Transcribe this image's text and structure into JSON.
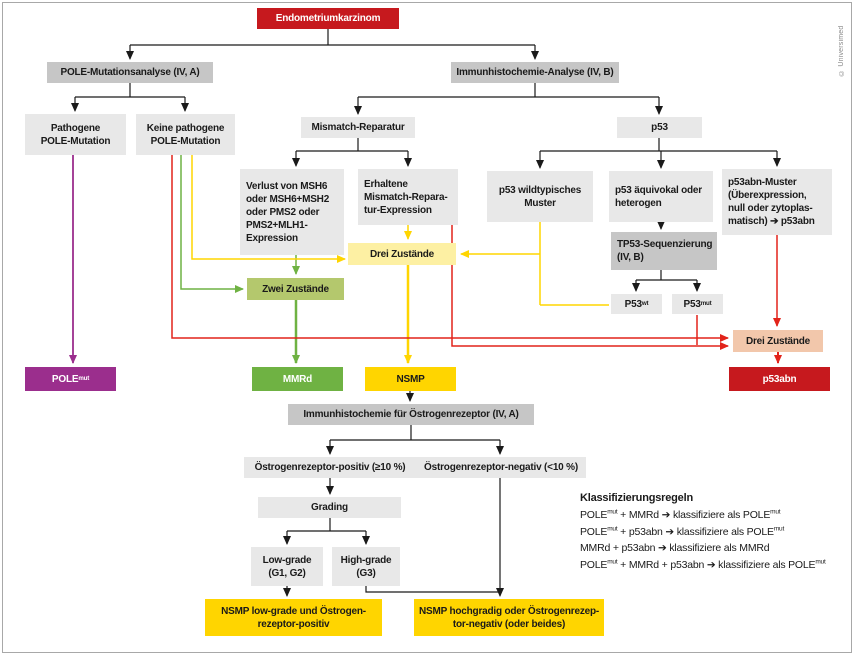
{
  "colors": {
    "red_box": "#c6191e",
    "red_line": "#e2231a",
    "purple": "#9b2e8d",
    "green": "#6fb243",
    "green_light": "#b4c86d",
    "yellow": "#ffd500",
    "yellow_light": "#fdf0a3",
    "salmon": "#f2c7ab",
    "gray_header": "#c6c6c6",
    "gray_light": "#e8e8e8",
    "line_black": "#1a1a1a"
  },
  "nodes": {
    "endometriumkarzinom": "Endometriumkarzinom",
    "pole_analyse": "POLE-Mutationsanalyse (IV, A)",
    "ihc_analyse": "Immunhistochemie-Analyse (IV, B)",
    "pathogene": "Pathogene\nPOLE-Mutation",
    "keine_pathogene": "Keine pathogene\nPOLE-Mutation",
    "mismatch": "Mismatch-Reparatur",
    "p53": "p53",
    "verlust": "Verlust von MSH6\noder MSH6+MSH2\noder PMS2 oder\nPMS2+MLH1-\nExpression",
    "erhaltene": "Erhaltene\nMismatch-Repara-\ntur-Expression",
    "wildtyp": "p53 wildtypisches\nMuster",
    "aequivokal": "p53 äquivokal oder\nheterogen",
    "p53abn_muster": "p53abn-Muster\n(Überexpression,\nnull oder zytoplas-\nmatisch) ➔ p53abn",
    "tp53_seq": "TP53-Sequenzierung\n(IV, B)",
    "p53wt": [
      {
        "t": "P53"
      },
      {
        "sup": "wt"
      }
    ],
    "p53mut": [
      {
        "t": "P53"
      },
      {
        "sup": "mut"
      }
    ],
    "drei_gelb": "Drei Zustände",
    "zwei": "Zwei Zustände",
    "drei_rosa": "Drei Zustände",
    "polemut": [
      {
        "t": "POLE"
      },
      {
        "sup": "mut"
      }
    ],
    "mmrd": "MMRd",
    "nsmp": "NSMP",
    "p53abn": "p53abn",
    "ihc_oestrogen": "Immunhistochemie für Östrogenrezeptor (IV, A)",
    "oestro_pos": "Östrogenrezeptor-positiv (≥10 %)",
    "oestro_neg": "Östrogenrezeptor-negativ (<10 %)",
    "grading": "Grading",
    "low_grade": "Low-grade\n(G1, G2)",
    "high_grade": "High-grade\n(G3)",
    "nsmp_lowgrade": "NSMP low-grade und Östrogen-\nrezeptor-positiv",
    "nsmp_highgrade": "NSMP hochgradig oder Östrogenrezep-\ntor-negativ (oder beides)"
  },
  "legend": {
    "title": "Klassifizierungsregeln",
    "rules": [
      [
        {
          "t": "POLE"
        },
        {
          "sup": "mut"
        },
        {
          "t": " + MMRd ➔ klassifiziere als POLE"
        },
        {
          "sup": "mut"
        }
      ],
      [
        {
          "t": "POLE"
        },
        {
          "sup": "mut"
        },
        {
          "t": " + p53abn ➔ klassifiziere als POLE"
        },
        {
          "sup": "mut"
        }
      ],
      [
        {
          "t": "MMRd + p53abn ➔ klassifiziere als MMRd"
        }
      ],
      [
        {
          "t": "POLE"
        },
        {
          "sup": "mut"
        },
        {
          "t": " + MMRd + p53abn ➔ klassifiziere als POLE"
        },
        {
          "sup": "mut"
        }
      ]
    ]
  },
  "copyright": "© Universimed"
}
